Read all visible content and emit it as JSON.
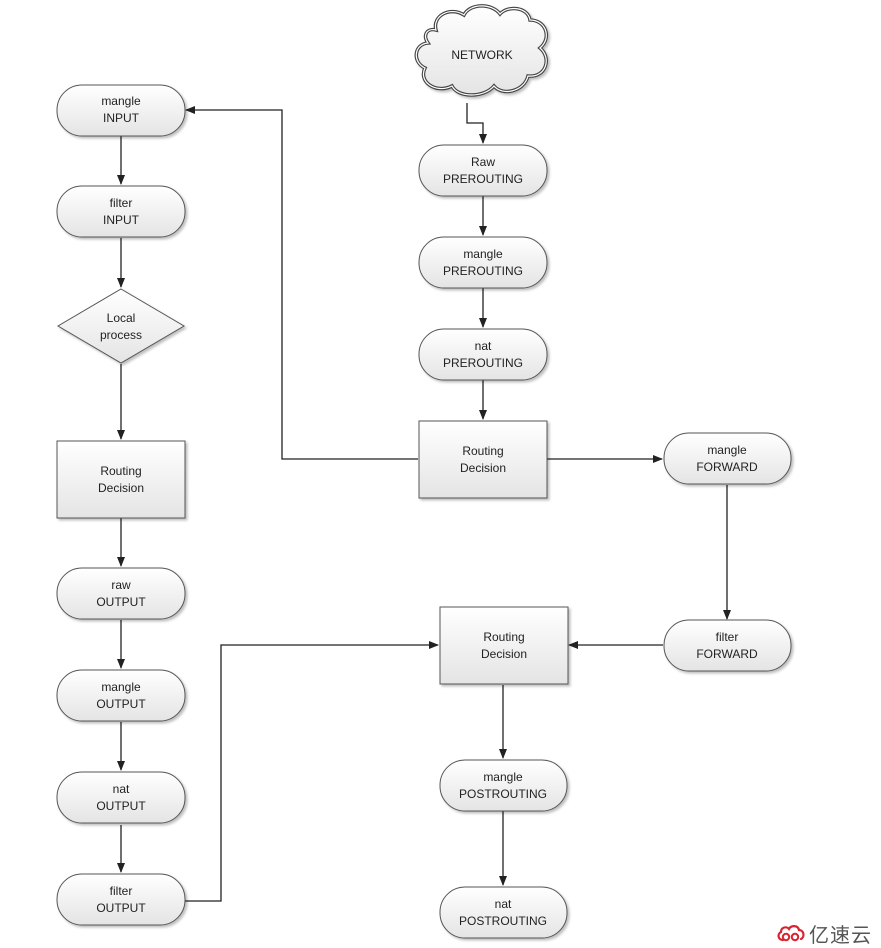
{
  "diagram": {
    "nodes": {
      "network": "NETWORK",
      "raw_prerouting": [
        "Raw",
        "PREROUTING"
      ],
      "mangle_prerouting": [
        "mangle",
        "PREROUTING"
      ],
      "nat_prerouting": [
        "nat",
        "PREROUTING"
      ],
      "routing_decision_1": [
        "Routing",
        "Decision"
      ],
      "mangle_input": [
        "mangle",
        "INPUT"
      ],
      "filter_input": [
        "filter",
        "INPUT"
      ],
      "local_process": [
        "Local",
        "process"
      ],
      "routing_decision_2": [
        "Routing",
        "Decision"
      ],
      "raw_output": [
        "raw",
        "OUTPUT"
      ],
      "mangle_output": [
        "mangle",
        "OUTPUT"
      ],
      "nat_output": [
        "nat",
        "OUTPUT"
      ],
      "filter_output": [
        "filter",
        "OUTPUT"
      ],
      "mangle_forward": [
        "mangle",
        "FORWARD"
      ],
      "filter_forward": [
        "filter",
        "FORWARD"
      ],
      "routing_decision_3": [
        "Routing",
        "Decision"
      ],
      "mangle_postrouting": [
        "mangle",
        "POSTROUTING"
      ],
      "nat_postrouting": [
        "nat",
        "POSTROUTING"
      ]
    }
  },
  "watermark": {
    "text": "亿速云"
  }
}
